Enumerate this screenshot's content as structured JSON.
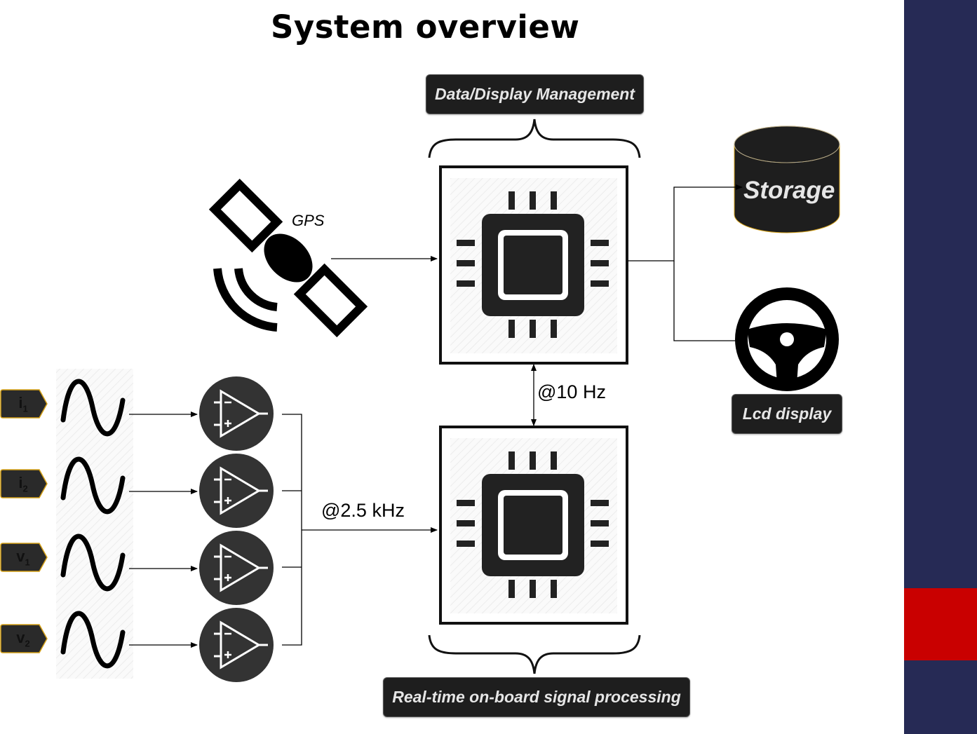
{
  "title": "System overview",
  "labels": {
    "data_display": "Data/Display Management",
    "realtime": "Real-time on-board signal processing",
    "lcd": "Lcd display",
    "storage": "Storage",
    "gps": "GPS",
    "rate_10hz": "@10 Hz",
    "rate_2k5": "@2.5 kHz"
  },
  "signals": [
    {
      "letter": "i",
      "sub": "1"
    },
    {
      "letter": "i",
      "sub": "2"
    },
    {
      "letter": "v",
      "sub": "1"
    },
    {
      "letter": "v",
      "sub": "2"
    }
  ],
  "colors": {
    "sidebar": "#262a55",
    "sidebar_accent": "#c90000",
    "dark_fill": "#1e1e1e",
    "label_text": "#e6e6e6",
    "tag_fill": "#2a2a2a",
    "tag_border": "#d4a017"
  },
  "icons": [
    "satellite-icon",
    "cpu-chip-icon",
    "storage-cylinder-icon",
    "steering-wheel-icon",
    "sine-wave-icon",
    "op-amp-icon",
    "curly-brace-icon"
  ]
}
